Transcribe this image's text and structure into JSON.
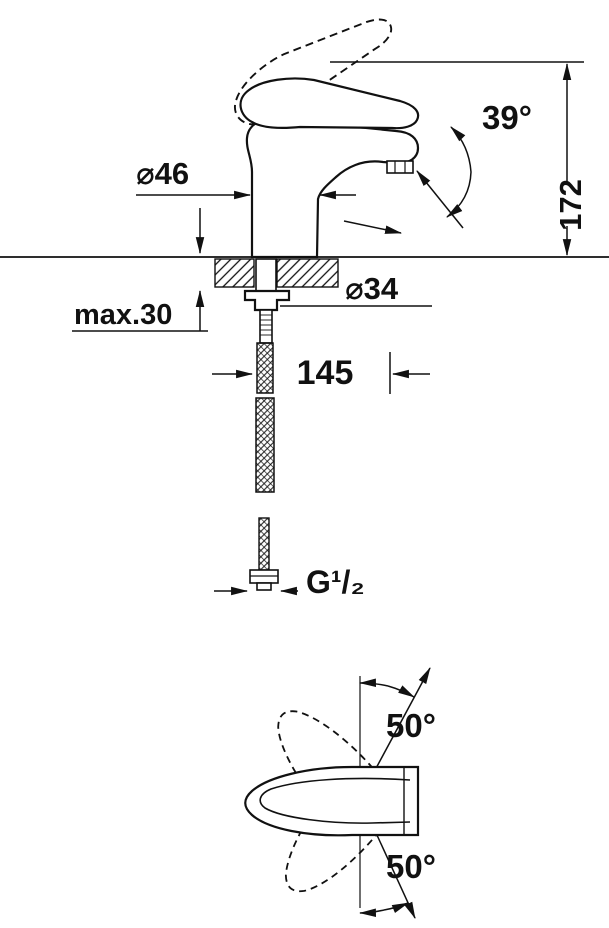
{
  "colors": {
    "ink": "#111111",
    "background": "#ffffff"
  },
  "drawing": {
    "side_view": {
      "base_diameter": "⌀46",
      "spout_angle": "39°",
      "height": "172",
      "hole_diameter": "⌀34",
      "max_counter_thickness": "max.30",
      "hose_length": "145",
      "thread_size": "G¹/₂"
    },
    "top_view": {
      "handle_swivel_up": "50°",
      "handle_swivel_down": "50°"
    }
  }
}
